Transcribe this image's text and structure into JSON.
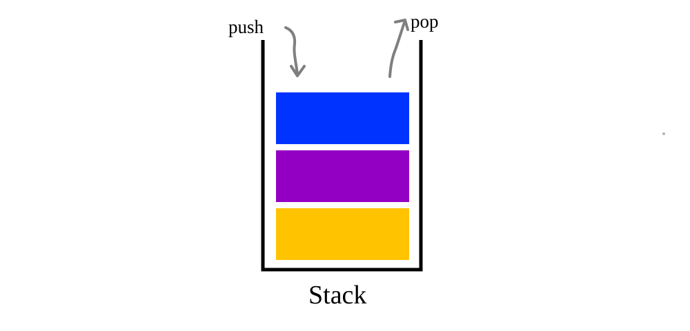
{
  "diagram": {
    "push_label": "push",
    "pop_label": "pop",
    "title": "Stack",
    "items": [
      {
        "color": "#0033ff"
      },
      {
        "color": "#9400c3"
      },
      {
        "color": "#ffc300"
      }
    ],
    "container_color": "#000000",
    "arrow_color": "#7f7f7f"
  }
}
